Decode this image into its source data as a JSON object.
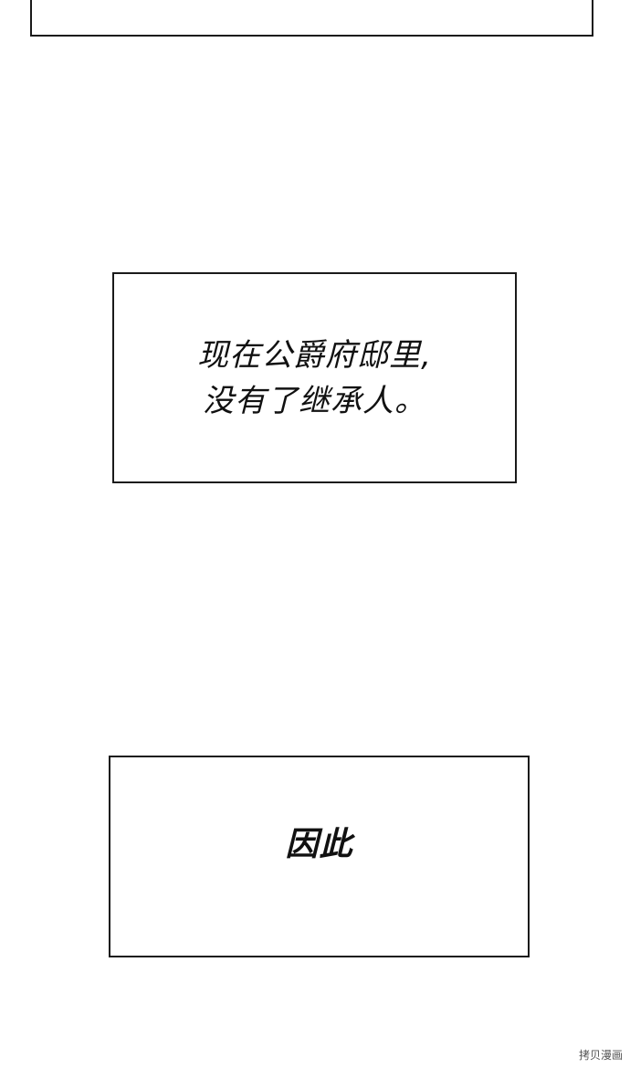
{
  "panels": [
    {
      "lines": [
        "现在公爵府邸里,",
        "没有了继承人。"
      ]
    },
    {
      "lines": [
        "因此"
      ]
    }
  ],
  "watermark": "拷贝漫画"
}
